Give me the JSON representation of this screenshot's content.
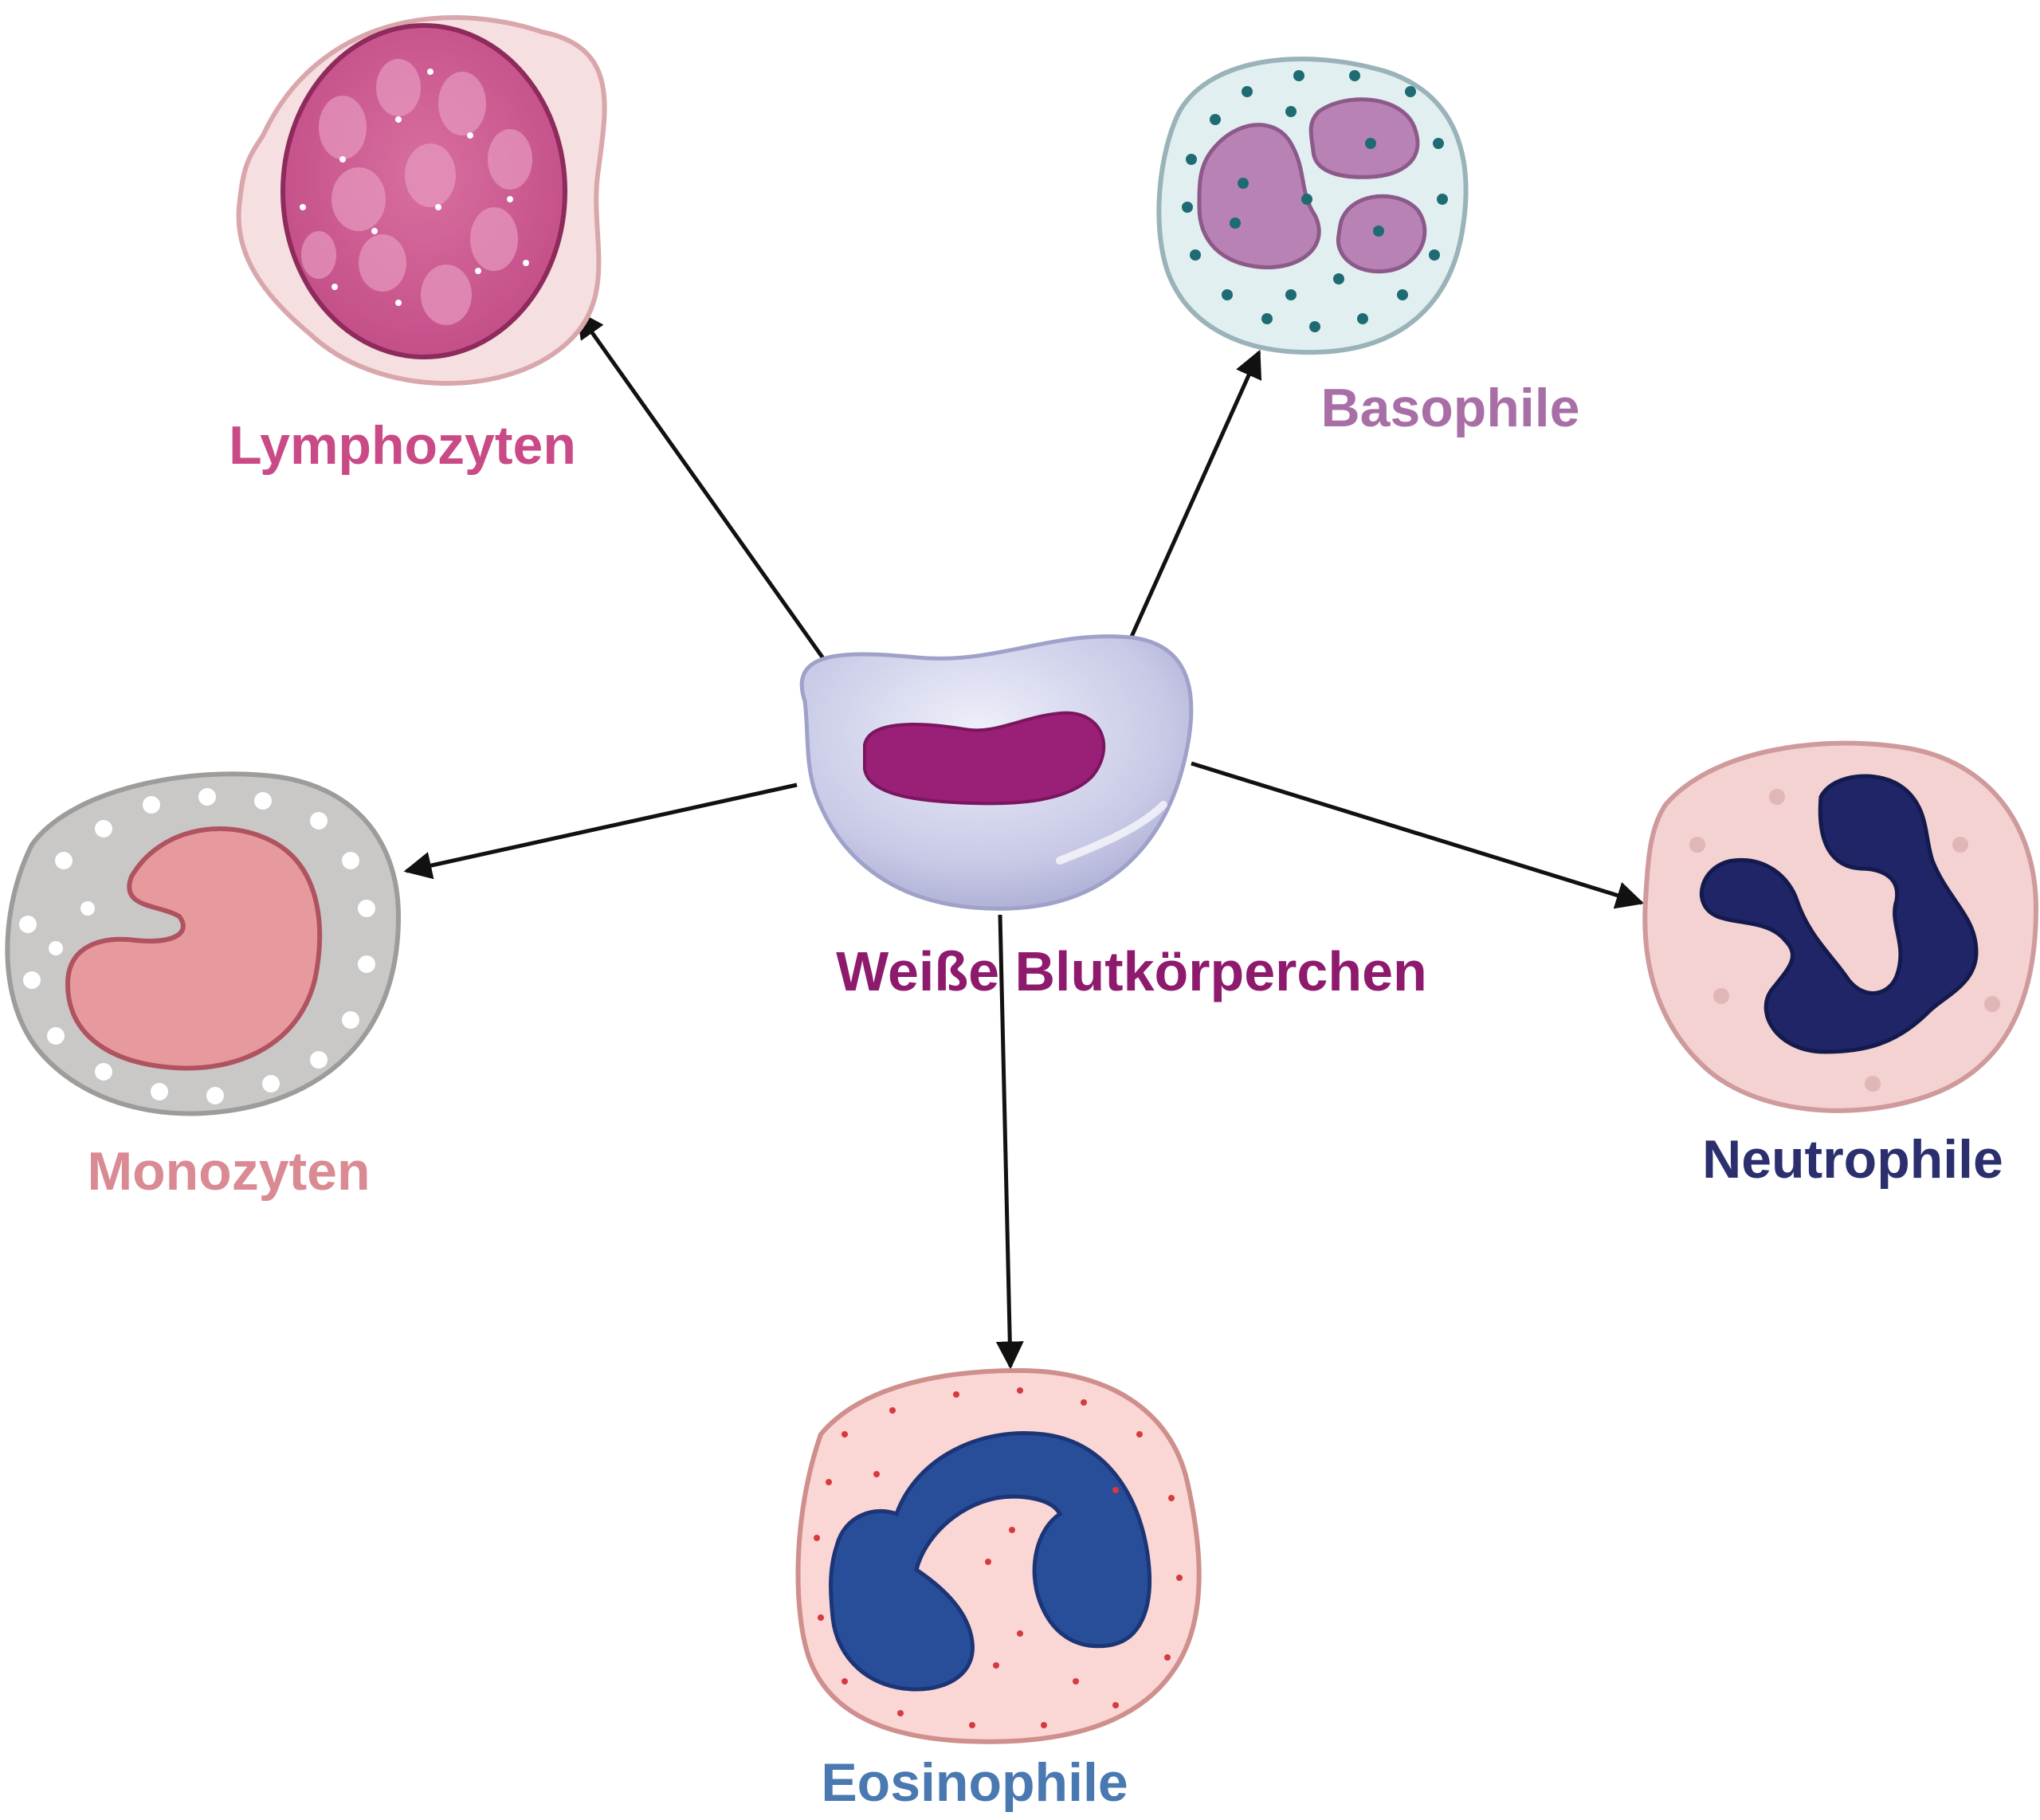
{
  "diagram": {
    "center": {
      "label": "Weiße Blutkörperchen",
      "color": "#8e1a6e"
    },
    "cells": [
      {
        "id": "lymphozyten",
        "label": "Lymphozyten",
        "color": "#c94a86"
      },
      {
        "id": "basophile",
        "label": "Basophile",
        "color": "#a86fa6"
      },
      {
        "id": "monozyten",
        "label": "Monozyten",
        "color": "#d98a93"
      },
      {
        "id": "neutrophile",
        "label": "Neutrophile",
        "color": "#2b2f6e"
      },
      {
        "id": "eosinophile",
        "label": "Eosinophile",
        "color": "#4a78b0"
      }
    ],
    "arrow_color": "#111111"
  }
}
